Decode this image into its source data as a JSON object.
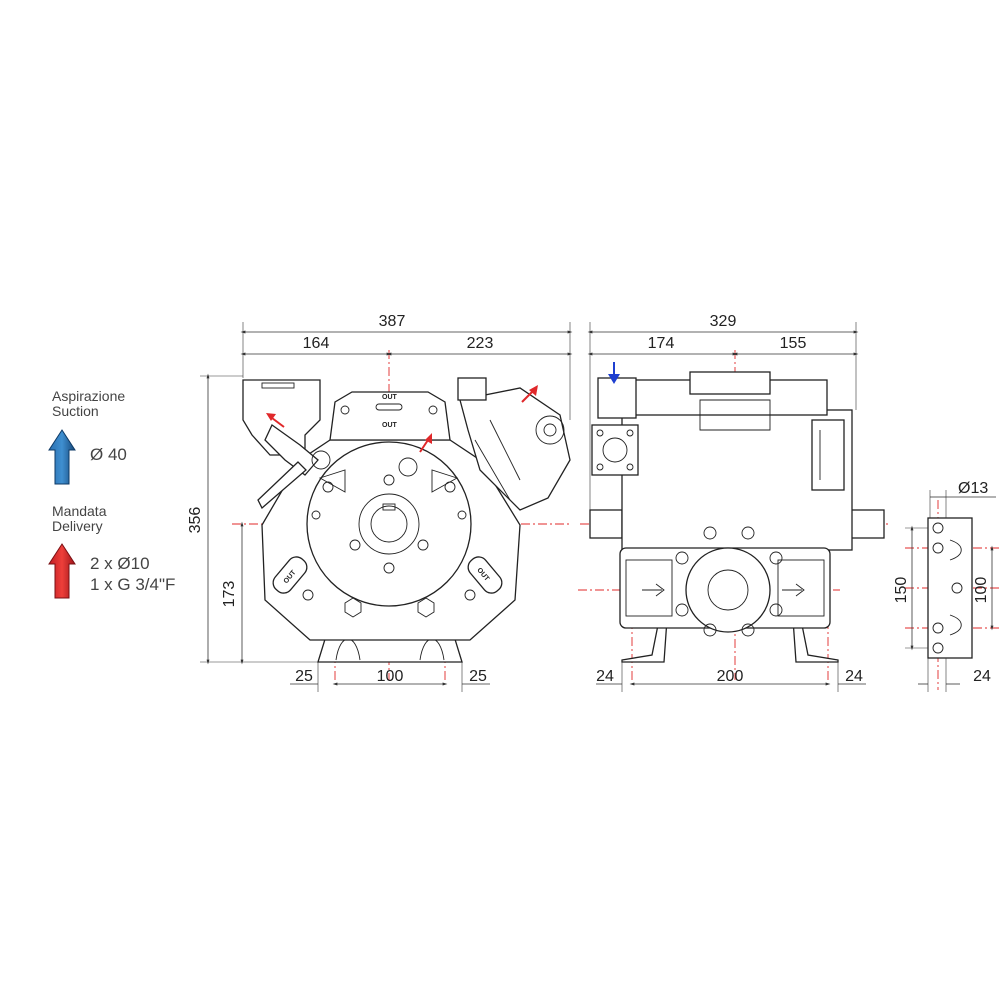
{
  "legend": {
    "suction": {
      "label_it": "Aspirazione",
      "label_en": "Suction",
      "spec": "Ø 40",
      "color": "#1d5e9a",
      "icon": "blue-arrow-up-icon"
    },
    "delivery": {
      "label_it": "Mandata",
      "label_en": "Delivery",
      "spec_line1": "2 x Ø10",
      "spec_line2": "1 x G 3/4\"F",
      "color": "#d8262b",
      "icon": "red-arrow-up-icon"
    }
  },
  "front_view": {
    "overall_width": "387",
    "left_width": "164",
    "right_width": "223",
    "overall_height": "356",
    "shaft_height": "173",
    "foot_left": "25",
    "foot_spacing": "100",
    "foot_right": "25",
    "port_label": "OUT"
  },
  "side_view": {
    "overall_width": "329",
    "left_width": "174",
    "right_width": "155",
    "foot_left": "24",
    "foot_spacing": "200",
    "foot_right": "24"
  },
  "foot_detail": {
    "hole_diameter": "Ø13",
    "outer_spacing": "150",
    "inner_spacing": "100",
    "width": "24"
  },
  "colors": {
    "centerline": "#e0282a",
    "suction_arrow": "#1e3fd0",
    "delivery_arrow": "#e0282a"
  }
}
